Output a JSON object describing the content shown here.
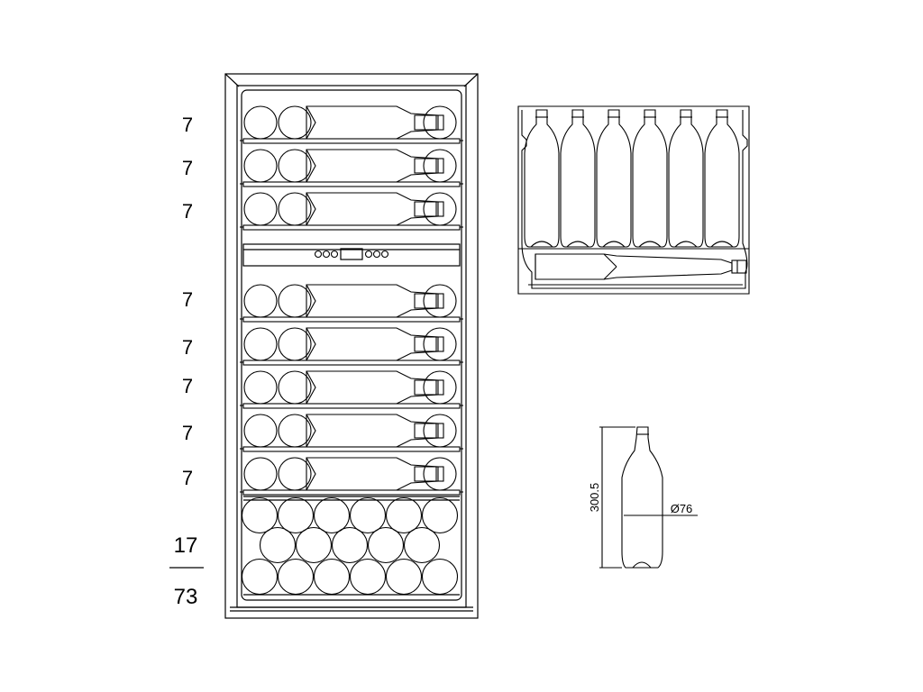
{
  "shelf_counts": [
    "7",
    "7",
    "7",
    "7",
    "7",
    "7",
    "7",
    "7"
  ],
  "bottom_count": "17",
  "total_count": "73",
  "bottle_height": "300.5",
  "bottle_diameter": "Ø76",
  "colors": {
    "line": "#000000",
    "background": "#ffffff"
  }
}
